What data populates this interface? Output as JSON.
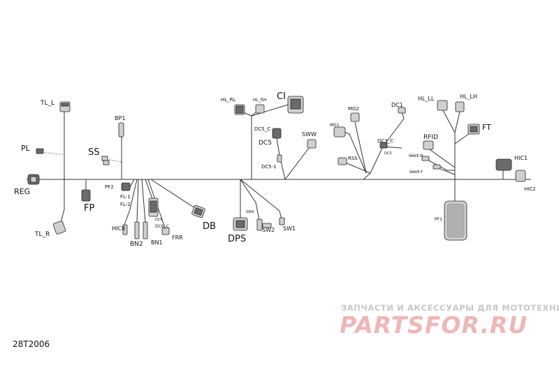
{
  "labels": {
    "tl_l": "TL_L",
    "pl": "PL",
    "reg": "REG",
    "tl_r": "TL_R",
    "bp1": "BP1",
    "ss": "SS",
    "fp": "FP",
    "pf2": "PF2",
    "fl1": "FL-1",
    "fl2": "FL-2",
    "hic8": "HIC8",
    "bn2": "BN2",
    "bn1": "BN1",
    "dc6": "DC6",
    "dc6_c": "DC6_C",
    "frr": "FRR",
    "db": "DB",
    "hl_rl": "HL_RL",
    "hl_rh": "HL_RH",
    "ci": "CI",
    "dc5_c": "DC5_C",
    "dc5": "DC5",
    "dc5_1": "DC5-1",
    "sww": "SWW",
    "dps": "DPS",
    "sw4": "SW4",
    "sw2": "SW2",
    "sw1": "SW1",
    "mg1": "MG1",
    "mg2": "MG2",
    "rss": "RSS",
    "dc1": "DC1",
    "dc3_c": "DC3_C",
    "dc3": "DC3",
    "hl_ll": "HL_LL",
    "hl_lh": "HL_LH",
    "ft": "FT",
    "rfid": "RFID",
    "wake_m": "WAKE M",
    "wake_f": "WAKE F",
    "pf1": "PF1",
    "hic1": "HIC1",
    "hic2": "HIC2"
  },
  "diagram_code": "28T2006",
  "watermark": {
    "caption": "ЗАПЧАСТИ И АКСЕССУАРЫ ДЛЯ МОТОТЕХНИКИ",
    "logo": "PARTSFOR.RU"
  }
}
